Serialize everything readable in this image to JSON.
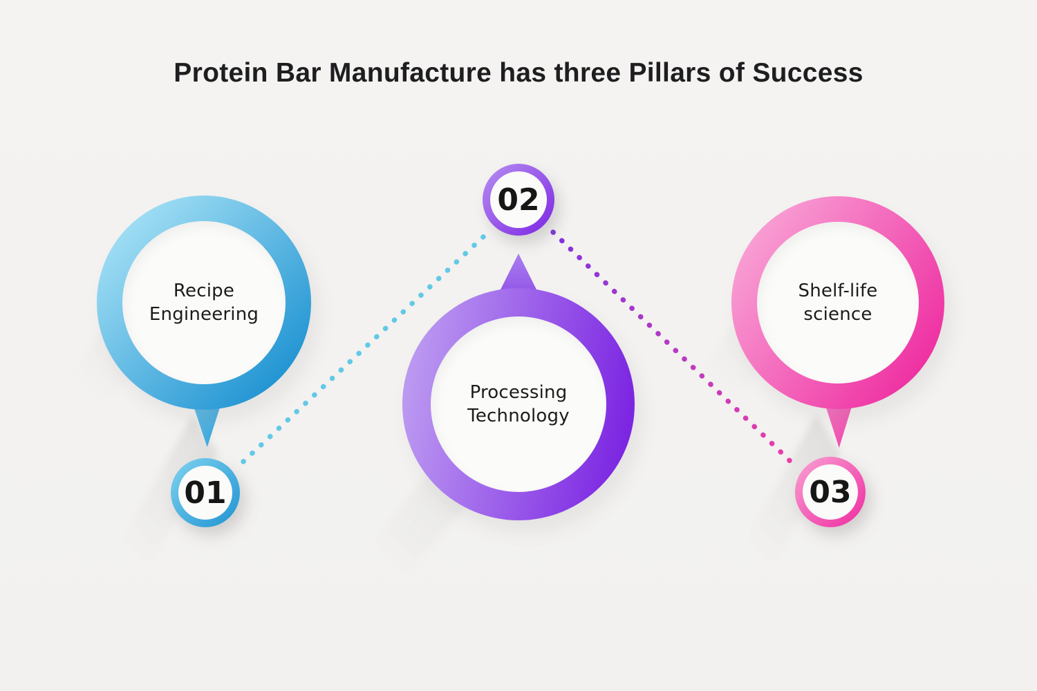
{
  "title": "Protein Bar Manufacture has three Pillars of Success",
  "pillars": [
    {
      "number": "01",
      "label": "Recipe\nEngineering"
    },
    {
      "number": "02",
      "label": "Processing\nTechnology"
    },
    {
      "number": "03",
      "label": "Shelf-life\nscience"
    }
  ],
  "colors": {
    "bg": "#f4f3f1",
    "hole": "#fbfbf9",
    "title_text": "#1e1e20",
    "label_text": "#1c1c1c",
    "number_text": "#161616",
    "blue_light": "#a9e3f6",
    "blue_dark": "#1f93d2",
    "blue_badge_light": "#7fd3ef",
    "blue_tail_light": "#7cc8e8",
    "blue_tail_dark": "#2f9fd9",
    "purple_light": "#bb99f1",
    "purple_dark": "#7c25e2",
    "purple_badge_light": "#b78ff2",
    "purple_tip_light": "#a97ef0",
    "purple_tip_dark": "#8c4ce4",
    "pink_light": "#f9a6d7",
    "pink_dark": "#ee2ba0",
    "pink_badge_light": "#f9a2d3",
    "pink_tail_light": "#f58cc9",
    "pink_tail_dark": "#ef3fa9",
    "dot_cyan": "#62c9e6",
    "dot_purple": "#8133df",
    "dot_pink": "#ef3ea7"
  }
}
